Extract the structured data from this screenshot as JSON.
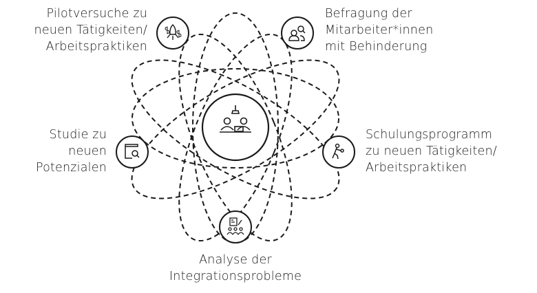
{
  "nodes": {
    "top_left": {
      "label": "Pilotversuche zu\nneuen Tätigkeiten/\nArbeitspraktiken",
      "icon": "rocket-money-icon"
    },
    "top_right": {
      "label": "Befragung der\nMitarbeiter*innen\nmit Behinderung",
      "icon": "people-search-icon"
    },
    "left": {
      "label": "Studie zu\nneuen\nPotenzialen",
      "icon": "document-search-icon"
    },
    "right": {
      "label": "Schulungsprogramm\nzu neuen Tätigkeiten/\nArbeitspraktiken",
      "icon": "person-exercise-icon"
    },
    "bottom": {
      "label": "Analyse der\nIntegrationsprobleme",
      "icon": "team-checklist-icon"
    },
    "center": {
      "icon": "meeting-table-icon"
    }
  },
  "colors": {
    "stroke": "#1a1a1a",
    "background": "#ffffff"
  }
}
